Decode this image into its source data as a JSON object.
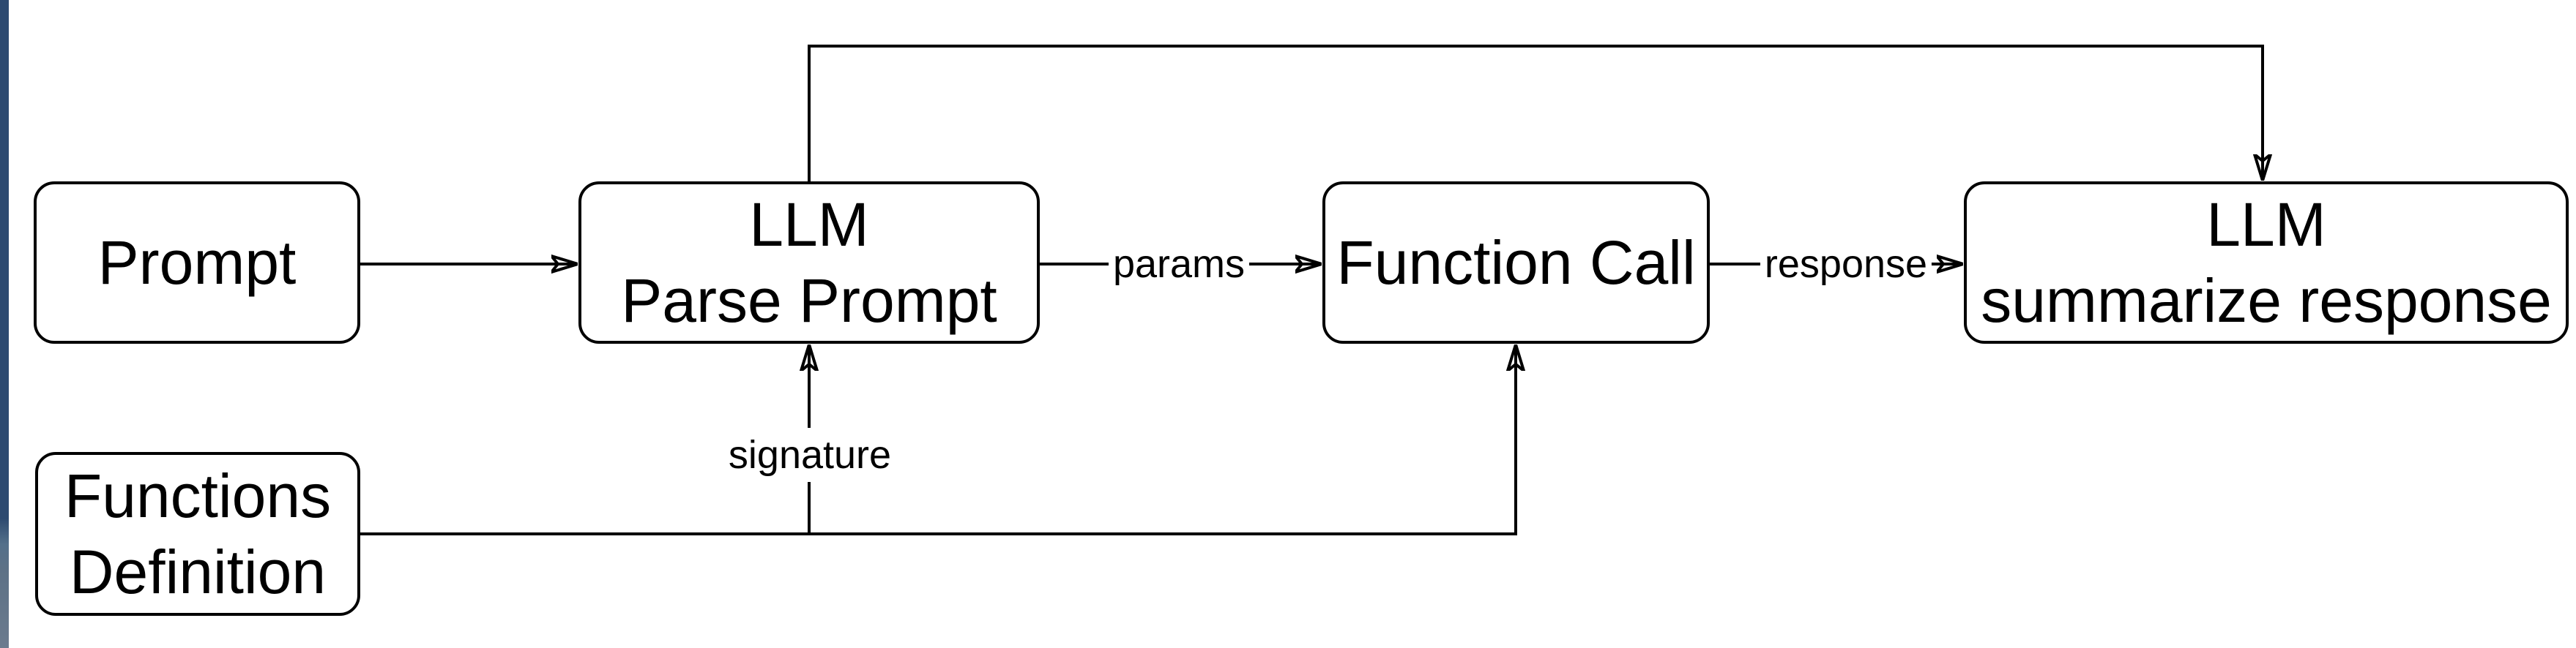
{
  "diagram": {
    "nodes": [
      {
        "id": "prompt",
        "lines": [
          "Prompt"
        ]
      },
      {
        "id": "llm-parse-prompt",
        "lines": [
          "LLM",
          "Parse Prompt"
        ]
      },
      {
        "id": "function-call",
        "lines": [
          "Function Call"
        ]
      },
      {
        "id": "llm-summarize",
        "lines": [
          "LLM",
          "summarize response"
        ]
      },
      {
        "id": "functions-definition",
        "lines": [
          "Functions",
          "Definition"
        ]
      }
    ],
    "edge_labels": [
      {
        "id": "params",
        "text": "params"
      },
      {
        "id": "response",
        "text": "response"
      },
      {
        "id": "signature",
        "text": "signature"
      }
    ],
    "edges": [
      {
        "from": "prompt",
        "to": "llm-parse-prompt",
        "label": ""
      },
      {
        "from": "llm-parse-prompt",
        "to": "function-call",
        "label": "params"
      },
      {
        "from": "function-call",
        "to": "llm-summarize",
        "label": "response"
      },
      {
        "from": "llm-parse-prompt",
        "to": "llm-summarize",
        "label": "",
        "route": "top-loop"
      },
      {
        "from": "functions-definition",
        "to": "function-call",
        "label": ""
      },
      {
        "from": "functions-definition",
        "to": "llm-parse-prompt",
        "label": "signature"
      }
    ],
    "colors": {
      "stroke": "#000000",
      "node_fill": "#ffffff",
      "background": "#ffffff",
      "left_strip_top": "#2d4a70",
      "left_strip_bottom": "#6b7b8e"
    }
  }
}
